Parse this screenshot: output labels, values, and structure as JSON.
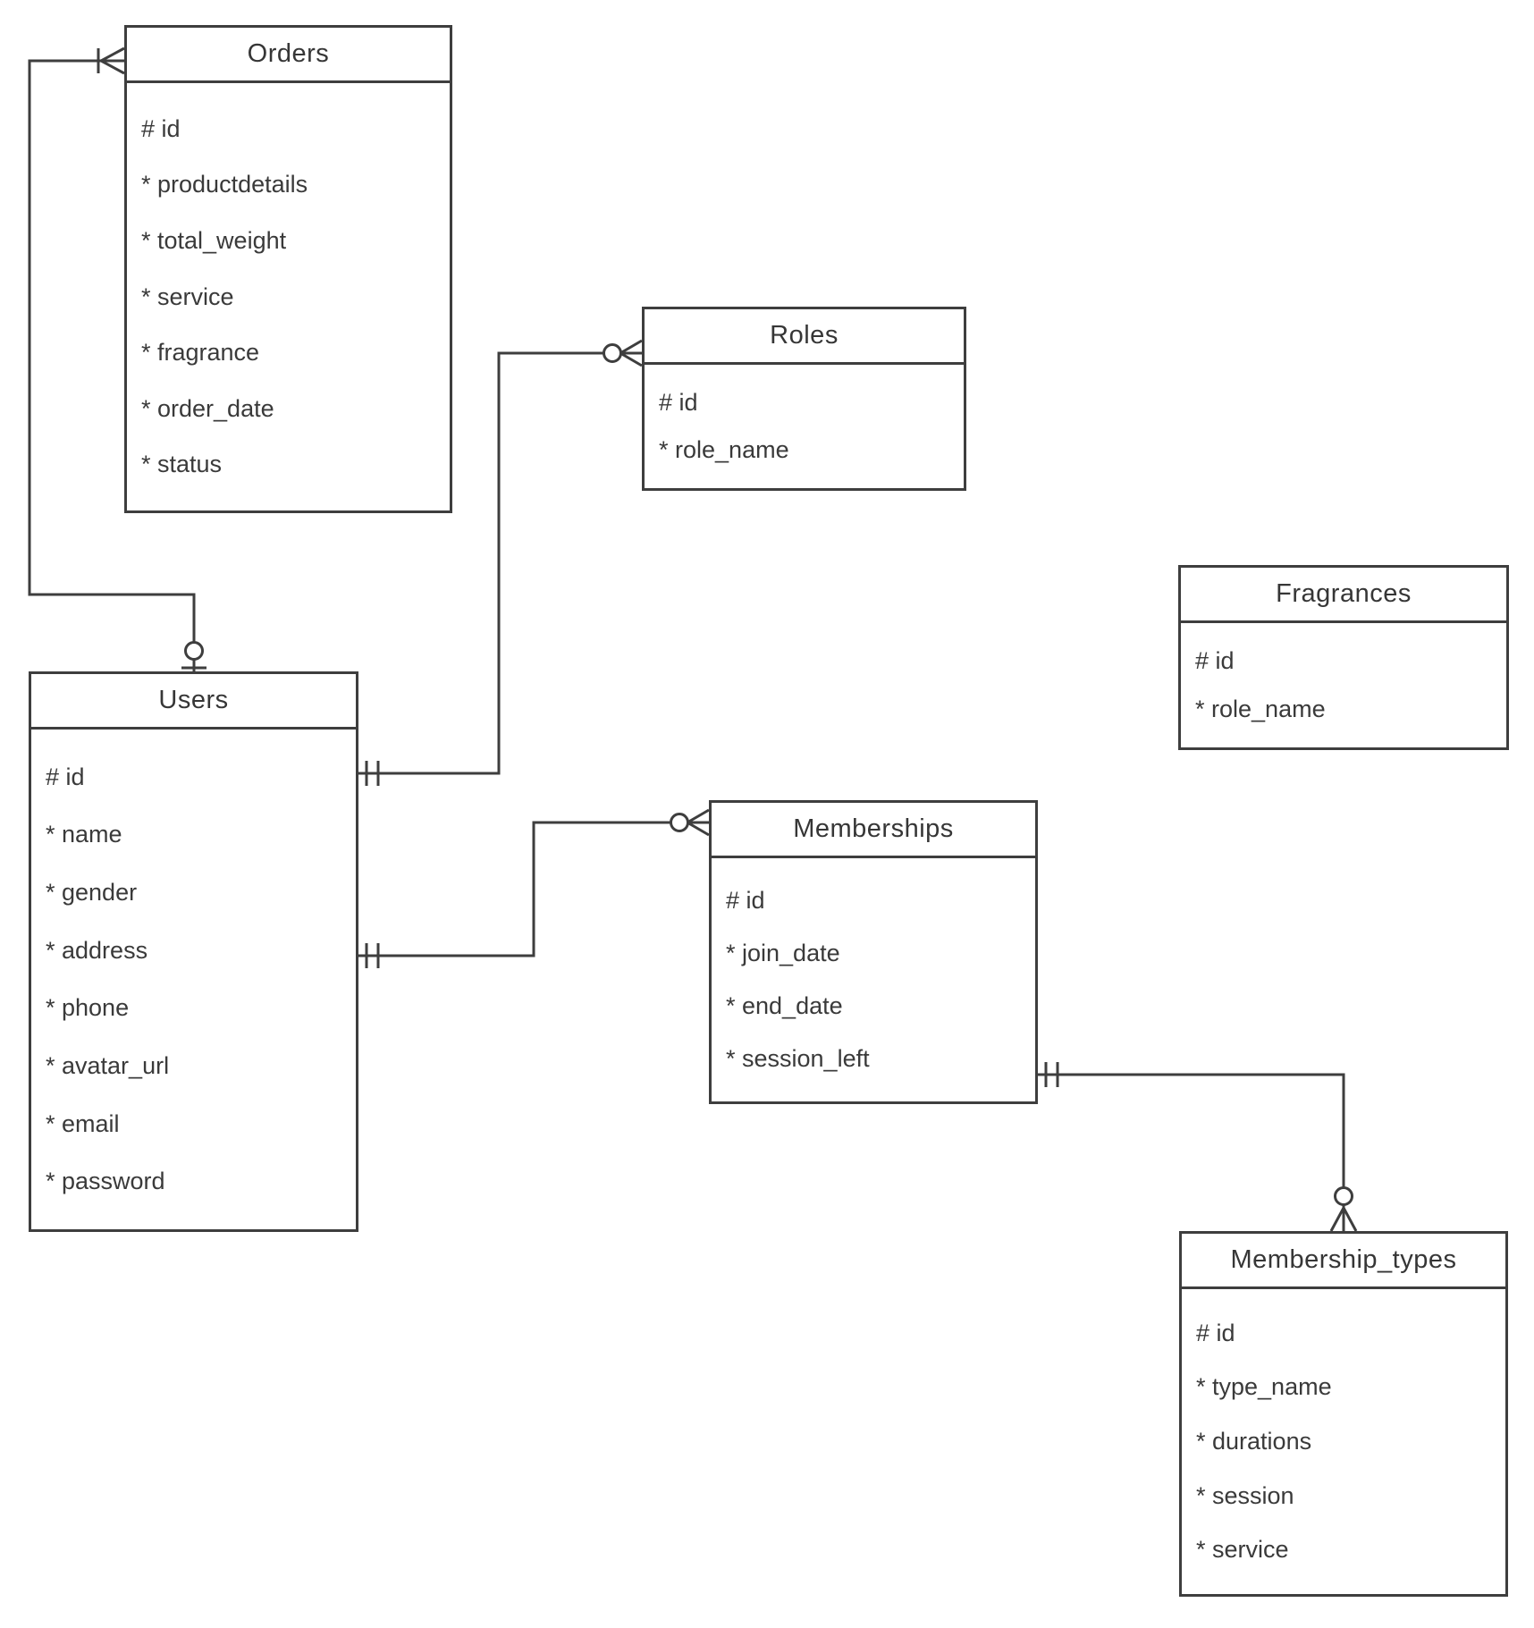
{
  "entities": {
    "orders": {
      "title": "Orders",
      "fields": [
        "# id",
        "* productdetails",
        "* total_weight",
        "* service",
        "* fragrance",
        "* order_date",
        "* status"
      ]
    },
    "roles": {
      "title": "Roles",
      "fields": [
        "# id",
        "* role_name"
      ]
    },
    "fragrances": {
      "title": "Fragrances",
      "fields": [
        "# id",
        "* role_name"
      ]
    },
    "users": {
      "title": "Users",
      "fields": [
        "# id",
        "* name",
        "* gender",
        "* address",
        "* phone",
        "* avatar_url",
        "* email",
        "* password"
      ]
    },
    "memberships": {
      "title": "Memberships",
      "fields": [
        "# id",
        "* join_date",
        "* end_date",
        "* session_left"
      ]
    },
    "membership_types": {
      "title": "Membership_types",
      "fields": [
        "# id",
        "* type_name",
        "* durations",
        "* session",
        "* service"
      ]
    }
  },
  "relationships": [
    {
      "from": "Users",
      "to": "Orders",
      "from_cardinality": "zero-or-one",
      "to_cardinality": "one-or-many"
    },
    {
      "from": "Users",
      "to": "Roles",
      "from_cardinality": "one-and-only-one",
      "to_cardinality": "zero-or-many"
    },
    {
      "from": "Users",
      "to": "Memberships",
      "from_cardinality": "one-and-only-one",
      "to_cardinality": "zero-or-many"
    },
    {
      "from": "Memberships",
      "to": "Membership_types",
      "from_cardinality": "one-and-only-one",
      "to_cardinality": "zero-or-many"
    }
  ],
  "colors": {
    "line": "#3e3e3e",
    "text": "#3a3a3a",
    "background": "#ffffff"
  }
}
